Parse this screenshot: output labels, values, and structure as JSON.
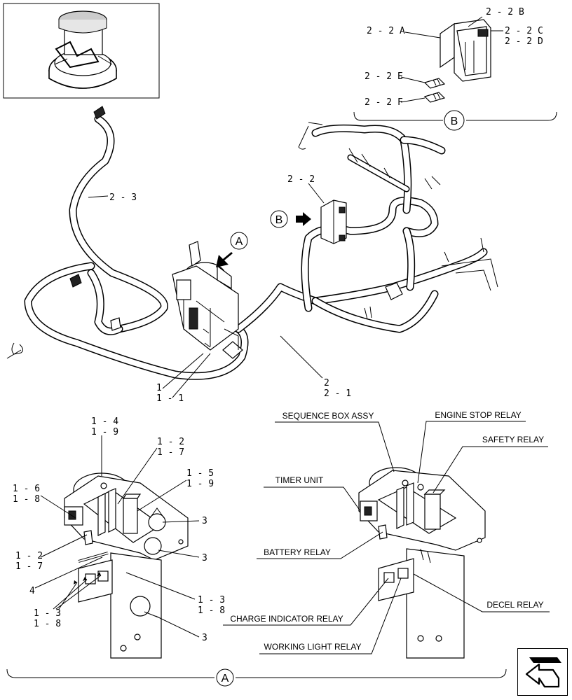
{
  "callouts": {
    "c_2_2B": "2 - 2 B",
    "c_2_2A": "2 - 2 A",
    "c_2_2C": "2 - 2 C",
    "c_2_2D": "2 - 2 D",
    "c_2_2E": "2 - 2 E",
    "c_2_2F": "2 - 2 F",
    "c_2_3": "2 - 3",
    "c_2_2": "2 - 2",
    "c_1": "1",
    "c_1_1": "1 - 1",
    "c_2": "2",
    "c_2_1": "2 - 1",
    "c_1_4": "1 - 4",
    "c_1_9a": "1 - 9",
    "c_1_2a": "1 - 2",
    "c_1_7a": "1 - 7",
    "c_1_5": "1 - 5",
    "c_1_9b": "1 - 9",
    "c_1_6": "1 - 6",
    "c_1_8a": "1 - 8",
    "c_3a": "3",
    "c_1_2b": "1 - 2",
    "c_1_7b": "1 - 7",
    "c_3b": "3",
    "c_4": "4",
    "c_1_3a": "1 - 3",
    "c_1_8b": "1 - 8",
    "c_1_3b": "1 - 3",
    "c_1_8c": "1 - 8",
    "c_3c": "3"
  },
  "views": {
    "view_a": "A",
    "view_b": "B"
  },
  "components": {
    "sequence_box": "SEQUENCE BOX ASSY",
    "engine_stop_relay": "ENGINE STOP RELAY",
    "safety_relay": "SAFETY RELAY",
    "timer_unit": "TIMER UNIT",
    "battery_relay": "BATTERY RELAY",
    "decel_relay": "DECEL RELAY",
    "charge_indicator_relay": "CHARGE INDICATOR RELAY",
    "working_light_relay": "WORKING LIGHT RELAY"
  },
  "icons": {
    "nav": "next-page-arrow-icon"
  }
}
